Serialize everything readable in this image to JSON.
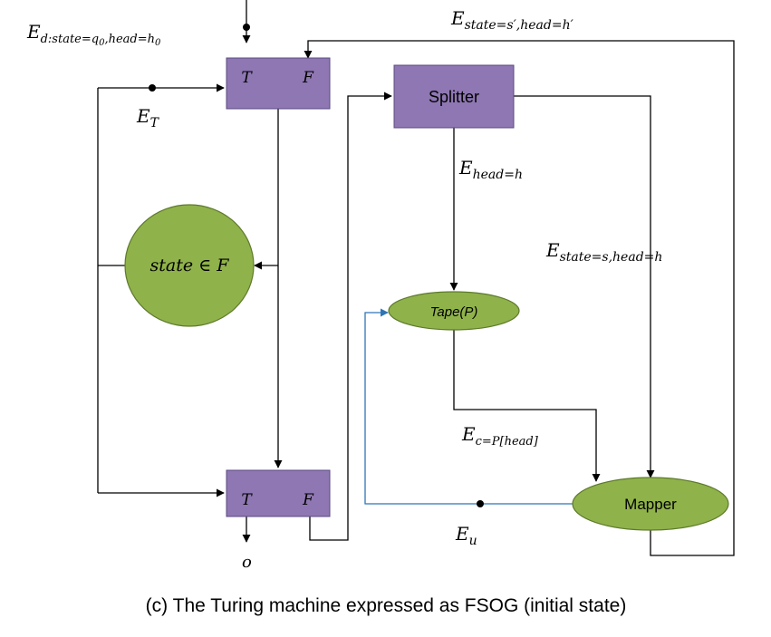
{
  "caption": "(c) The Turing machine expressed as FSOG (initial state)",
  "nodes": {
    "top_node": {
      "port_t": "T",
      "port_f": "F"
    },
    "bottom_node": {
      "port_t": "T",
      "port_f": "F"
    },
    "splitter": {
      "label": "Splitter"
    },
    "state_check": {
      "label": "state ∈ F"
    },
    "tape": {
      "label": "Tape(P)"
    },
    "mapper": {
      "label": "Mapper"
    }
  },
  "edge_labels": {
    "input": {
      "base": "E",
      "sub": "d:state=q",
      "sub_index": "0",
      "sub2": ",head=h",
      "sub2_index": "0"
    },
    "feedback": {
      "base": "E",
      "sub": "state=s′,head=h′"
    },
    "e_t": {
      "base": "E",
      "sub": "T"
    },
    "head": {
      "base": "E",
      "sub": "head=h"
    },
    "state_head": {
      "base": "E",
      "sub": "state=s,head=h"
    },
    "c_value": {
      "base": "E",
      "sub": "c=P[head]"
    },
    "update": {
      "base": "E",
      "sub": "u"
    },
    "output": "o"
  },
  "colors": {
    "node_purple": "#8e77b2",
    "node_green": "#8fb24a",
    "update_edge_blue": "#2e75b6"
  }
}
